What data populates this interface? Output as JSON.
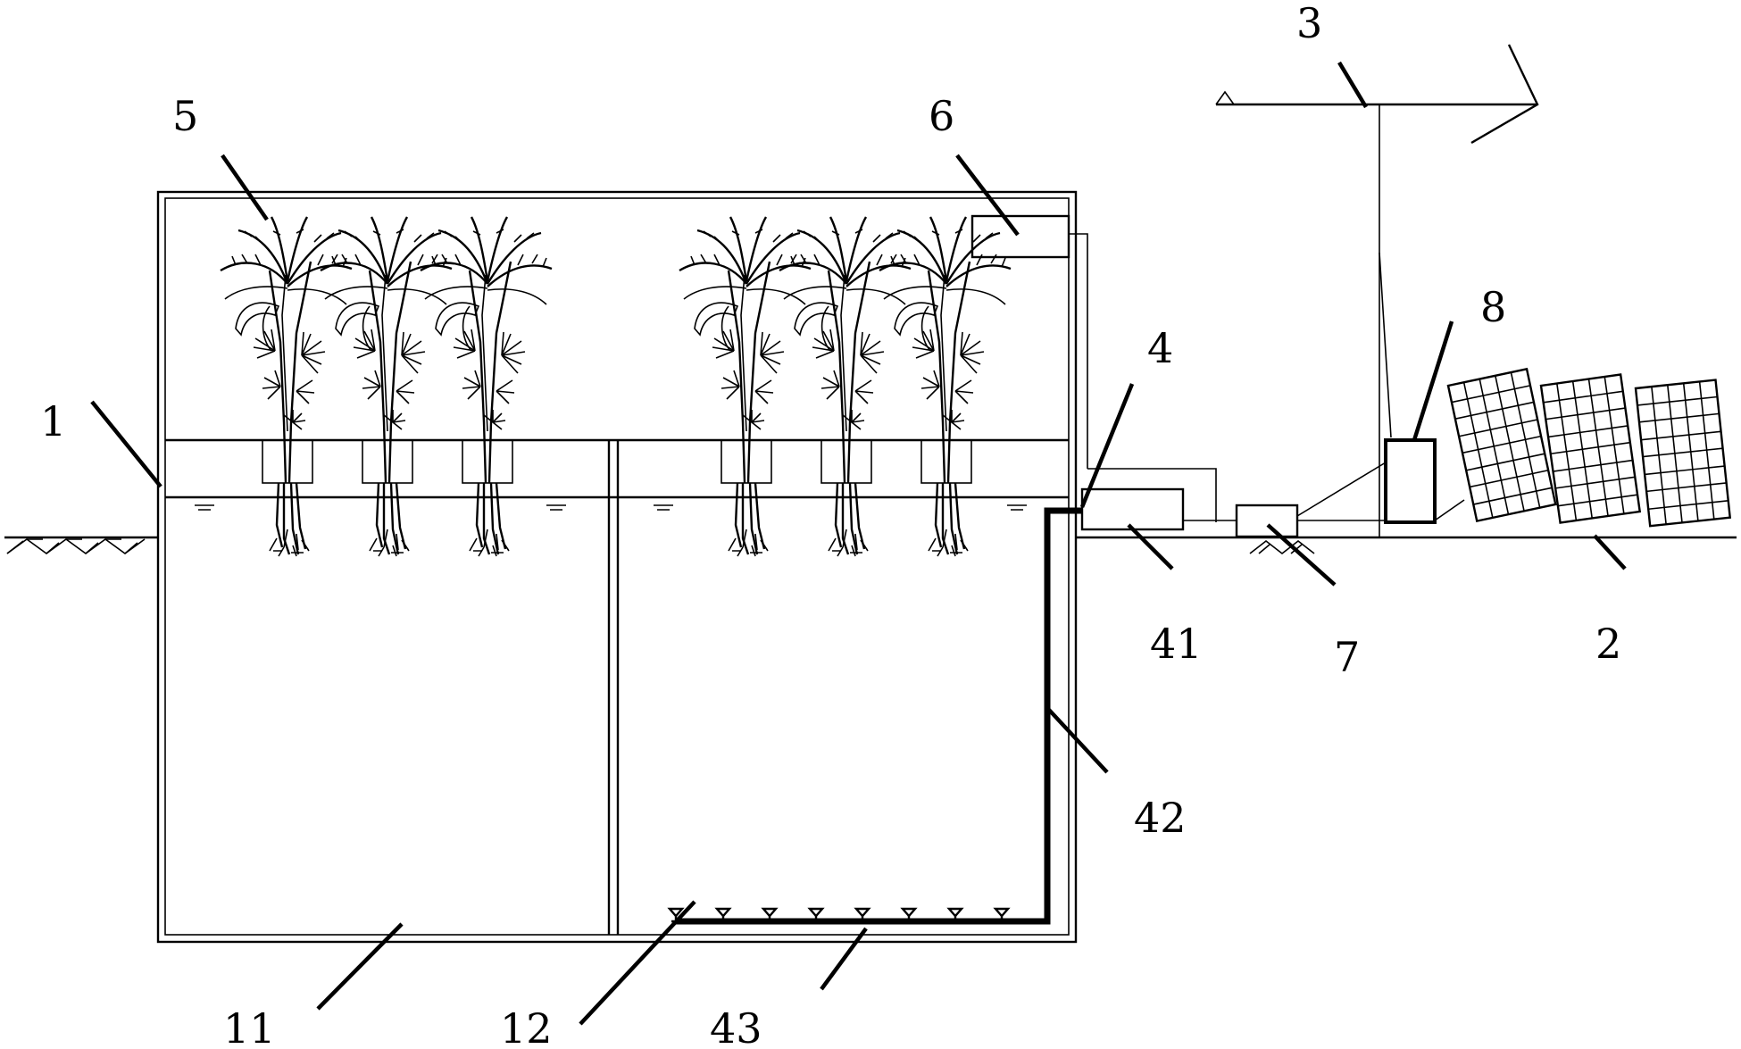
{
  "labels": {
    "tank_wall": "1",
    "solar_panels": "2",
    "wind_turbine": "3",
    "aeration_device": "4",
    "greenhouse": "5",
    "controller": "6",
    "inverter": "7",
    "battery": "8",
    "first_chamber": "11",
    "second_chamber": "12",
    "air_pump": "41",
    "air_pipe": "42",
    "diffuser_pipe": "43"
  }
}
